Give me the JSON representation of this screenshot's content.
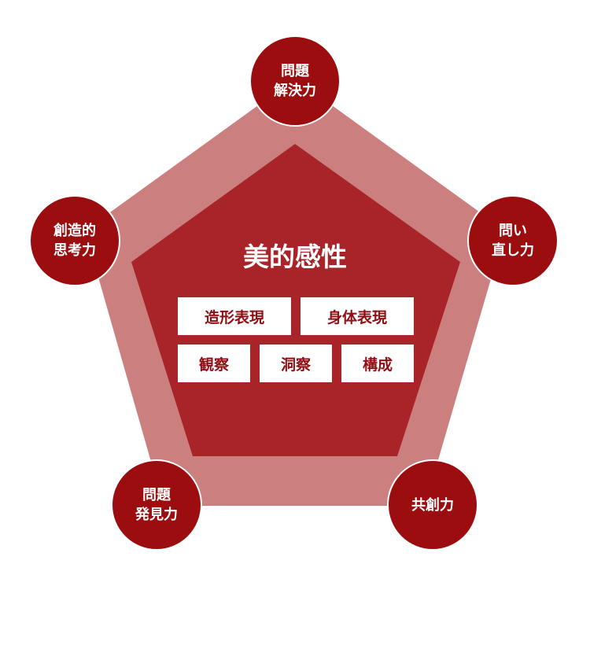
{
  "center": {
    "title": "美的感性",
    "tags_row1": [
      "造形表現",
      "身体表現"
    ],
    "tags_row2": [
      "観察",
      "洞察",
      "構成"
    ]
  },
  "nodes": [
    {
      "id": "top",
      "lines": [
        "問題",
        "解決力"
      ]
    },
    {
      "id": "right",
      "lines": [
        "問い",
        "直し力"
      ]
    },
    {
      "id": "bottom-right",
      "lines": [
        "共創力"
      ]
    },
    {
      "id": "bottom-left",
      "lines": [
        "問題",
        "発見力"
      ]
    },
    {
      "id": "left",
      "lines": [
        "創造的",
        "思考力"
      ]
    }
  ],
  "colors": {
    "outer_pentagon": "#cc7f7f",
    "inner_pentagon": "#a82428",
    "node_fill": "#9b0d0e",
    "tag_text": "#8f0f14"
  }
}
